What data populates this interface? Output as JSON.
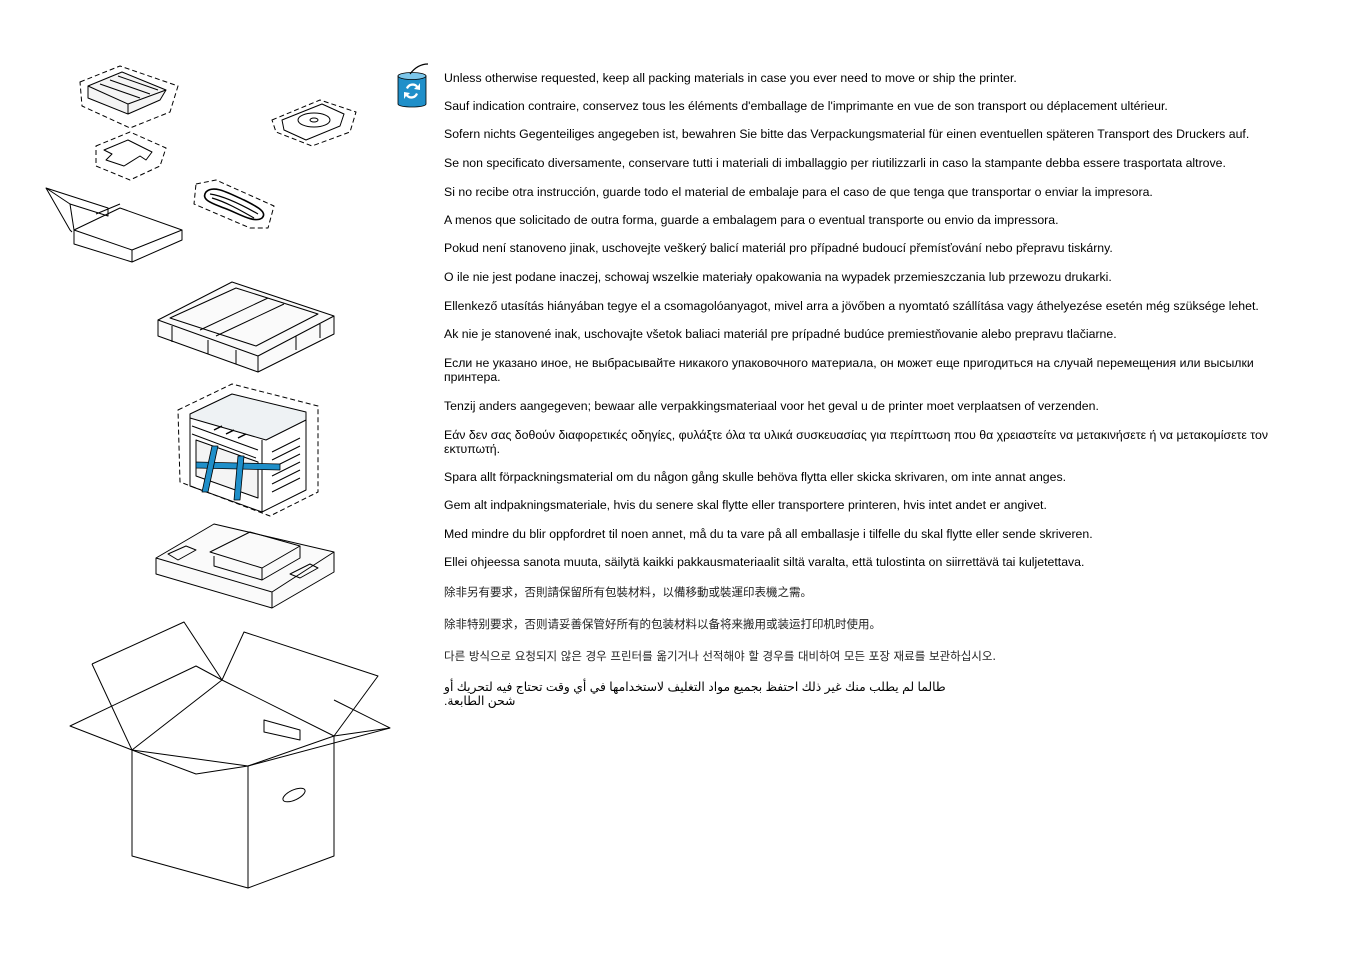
{
  "colors": {
    "strap": "#1f8fc9",
    "icon": "#1f8fc9",
    "line": "#000000"
  },
  "icons": {
    "recycle": "recycle-icon"
  },
  "messages": [
    {
      "lang": "en",
      "text": "Unless otherwise requested, keep all packing materials in case you ever need to move or ship the printer."
    },
    {
      "lang": "fr",
      "text": "Sauf indication contraire, conservez tous les éléments d'emballage de l'imprimante en vue de son transport ou déplacement ultérieur."
    },
    {
      "lang": "de",
      "text": "Sofern nichts Gegenteiliges angegeben ist, bewahren Sie bitte das Verpackungsmaterial für einen eventuellen späteren Transport des Druckers auf."
    },
    {
      "lang": "it",
      "text": "Se non specificato diversamente, conservare tutti i materiali di imballaggio per riutilizzarli in caso la stampante debba essere trasportata altrove."
    },
    {
      "lang": "es",
      "text": "Si no recibe otra instrucción, guarde todo el material de embalaje para el caso de que tenga que transportar o enviar la impresora."
    },
    {
      "lang": "pt",
      "text": "A menos que solicitado de outra forma, guarde a embalagem para o eventual transporte ou envio da impressora."
    },
    {
      "lang": "cs",
      "text": "Pokud není stanoveno jinak, uschovejte veškerý balicí materiál pro případné budoucí přemísťování nebo přepravu tiskárny."
    },
    {
      "lang": "pl",
      "text": "O ile nie jest podane inaczej, schowaj wszelkie materiały opakowania na wypadek przemieszczania lub przewozu drukarki."
    },
    {
      "lang": "hu",
      "text": "Ellenkező utasítás hiányában tegye el a csomagolóanyagot, mivel arra a jövőben a nyomtató szállítása vagy áthelyezése esetén még szüksége lehet."
    },
    {
      "lang": "sk",
      "text": "Ak nie je stanovené inak, uschovajte všetok baliaci materiál pre prípadné budúce premiestňovanie alebo prepravu tlačiarne."
    },
    {
      "lang": "ru",
      "text": "Если не указано иное, не выбрасывайте никакого упаковочного материала, он может еще пригодиться на случай перемещения или высылки принтера."
    },
    {
      "lang": "nl",
      "text": "Tenzij anders aangegeven; bewaar alle verpakkingsmateriaal voor het geval u de printer moet verplaatsen of verzenden."
    },
    {
      "lang": "el",
      "text": "Εάν δεν σας δοθούν διαφορετικές οδηγίες, φυλάξτε όλα τα υλικά συσκευασίας για περίπτωση που θα χρειαστείτε να μετακινήσετε ή να μετακομίσετε τον εκτυπωτή."
    },
    {
      "lang": "sv",
      "text": "Spara allt förpackningsmaterial om du någon gång skulle behöva flytta eller skicka skrivaren, om inte annat anges."
    },
    {
      "lang": "da",
      "text": "Gem alt indpakningsmateriale, hvis du senere skal flytte eller transportere printeren, hvis intet andet er angivet."
    },
    {
      "lang": "no",
      "text": "Med mindre du blir oppfordret til noen annet, må du ta vare på all emballasje i tilfelle du skal flytte eller sende skriveren."
    },
    {
      "lang": "fi",
      "text": "Ellei ohjeessa sanota muuta, säilytä kaikki pakkausmateriaalit siltä varalta, että tulostinta on siirrettävä tai kuljetettava."
    },
    {
      "lang": "zh-TW",
      "text": "除非另有要求，否則請保留所有包裝材料，以備移動或裝運印表機之需。"
    },
    {
      "lang": "zh-CN",
      "text": "除非特别要求，否则请妥善保管好所有的包装材料以备将来搬用或装运打印机时使用。"
    },
    {
      "lang": "ko",
      "text": "다른 방식으로 요청되지 않은 경우 프린터를 옮기거나 선적해야 할 경우를 대비하여 모든 포장 재료를 보관하십시오."
    },
    {
      "lang": "ar",
      "text": "طالما لم يطلب منك غير ذلك احتفظ بجميع مواد التغليف لاستخدامها في أي وقت تحتاج فيه لتحريك أو شحن الطابعة."
    }
  ]
}
